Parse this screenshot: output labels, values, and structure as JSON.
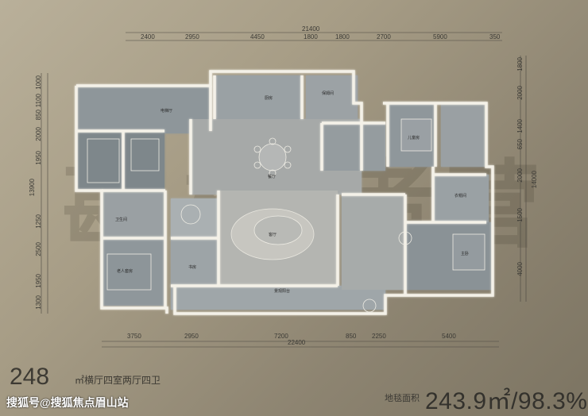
{
  "plan": {
    "top_dims": [
      "2400",
      "2950",
      "4450",
      "1800",
      "1800",
      "2700",
      "5900",
      "350"
    ],
    "top_total": "21400",
    "bottom_dims": [
      "3750",
      "2950",
      "7200",
      "850",
      "2250",
      "5400"
    ],
    "bottom_total": "22400",
    "left_dims": [
      "1300",
      "1950",
      "2500",
      "1250",
      "1950",
      "2000",
      "850",
      "1100",
      "1000"
    ],
    "left_total": "13900",
    "right_dims": [
      "1800",
      "2000",
      "1400",
      "650",
      "2000",
      "1500",
      "4000"
    ],
    "right_total": "14000",
    "rooms": {
      "elevator_hall": "电梯厅",
      "kitchen": "厨房",
      "dining": "餐厅",
      "living": "客厅",
      "bedroom1": "主卧",
      "bedroom2": "老人套房",
      "bedroom3": "儿童房",
      "study": "书房",
      "bath": "卫生间",
      "cloak": "衣帽间",
      "balcony": "景观阳台",
      "nanny": "保姆间"
    }
  },
  "footer": {
    "area_number": "248",
    "subtitle": "㎡横厅四室两厅四卫",
    "area_label": "地毯面积",
    "area_value": "243.9㎡/98.3%",
    "watermark": "搜狐号@搜狐焦点眉山站"
  },
  "colors": {
    "background": "#a79d86",
    "wall": "#f3f0e8",
    "floor": "#9ea3a6"
  }
}
